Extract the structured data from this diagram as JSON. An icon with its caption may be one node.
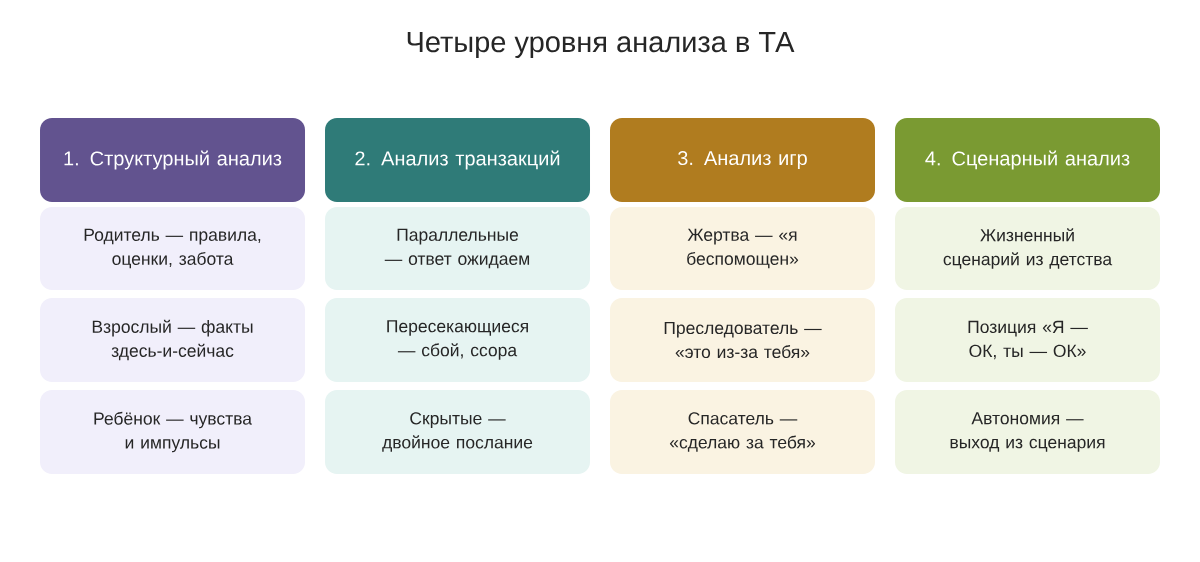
{
  "diagram": {
    "title": "Четыре уровня анализа в ТА",
    "nodes": [
      {
        "text": [
          "1. Структурный анализ"
        ]
      },
      {
        "text": [
          "2. Анализ транзакций"
        ]
      },
      {
        "text": [
          "3. Анализ игр"
        ]
      },
      {
        "text": [
          "4. Сценарный анализ"
        ]
      },
      {
        "text": [
          "Родитель — правила, оценки, забота"
        ]
      },
      {
        "text": [
          "Параллельные — ответ ожидаем"
        ]
      },
      {
        "text": [
          "Жертва — «я беспомощен»"
        ]
      },
      {
        "text": [
          "Жизненный сценарий из детства"
        ]
      },
      {
        "text": [
          "Взрослый — факты здесь-и-сейчас"
        ]
      },
      {
        "text": [
          "Пересекающиеся — сбой, ссора"
        ]
      },
      {
        "text": [
          "Преследователь — «это из-за тебя»"
        ]
      },
      {
        "text": [
          "Позиция «Я — ОК, ты — ОК»"
        ]
      },
      {
        "text": [
          "Ребёнок — чувства и импульсы"
        ]
      },
      {
        "text": [
          "Скрытые — двойное послание"
        ]
      },
      {
        "text": [
          "Спасатель — «сделаю за тебя»"
        ]
      },
      {
        "text": [
          "Автономия — выход из сценария"
        ]
      }
    ],
    "edges": []
  }
}
